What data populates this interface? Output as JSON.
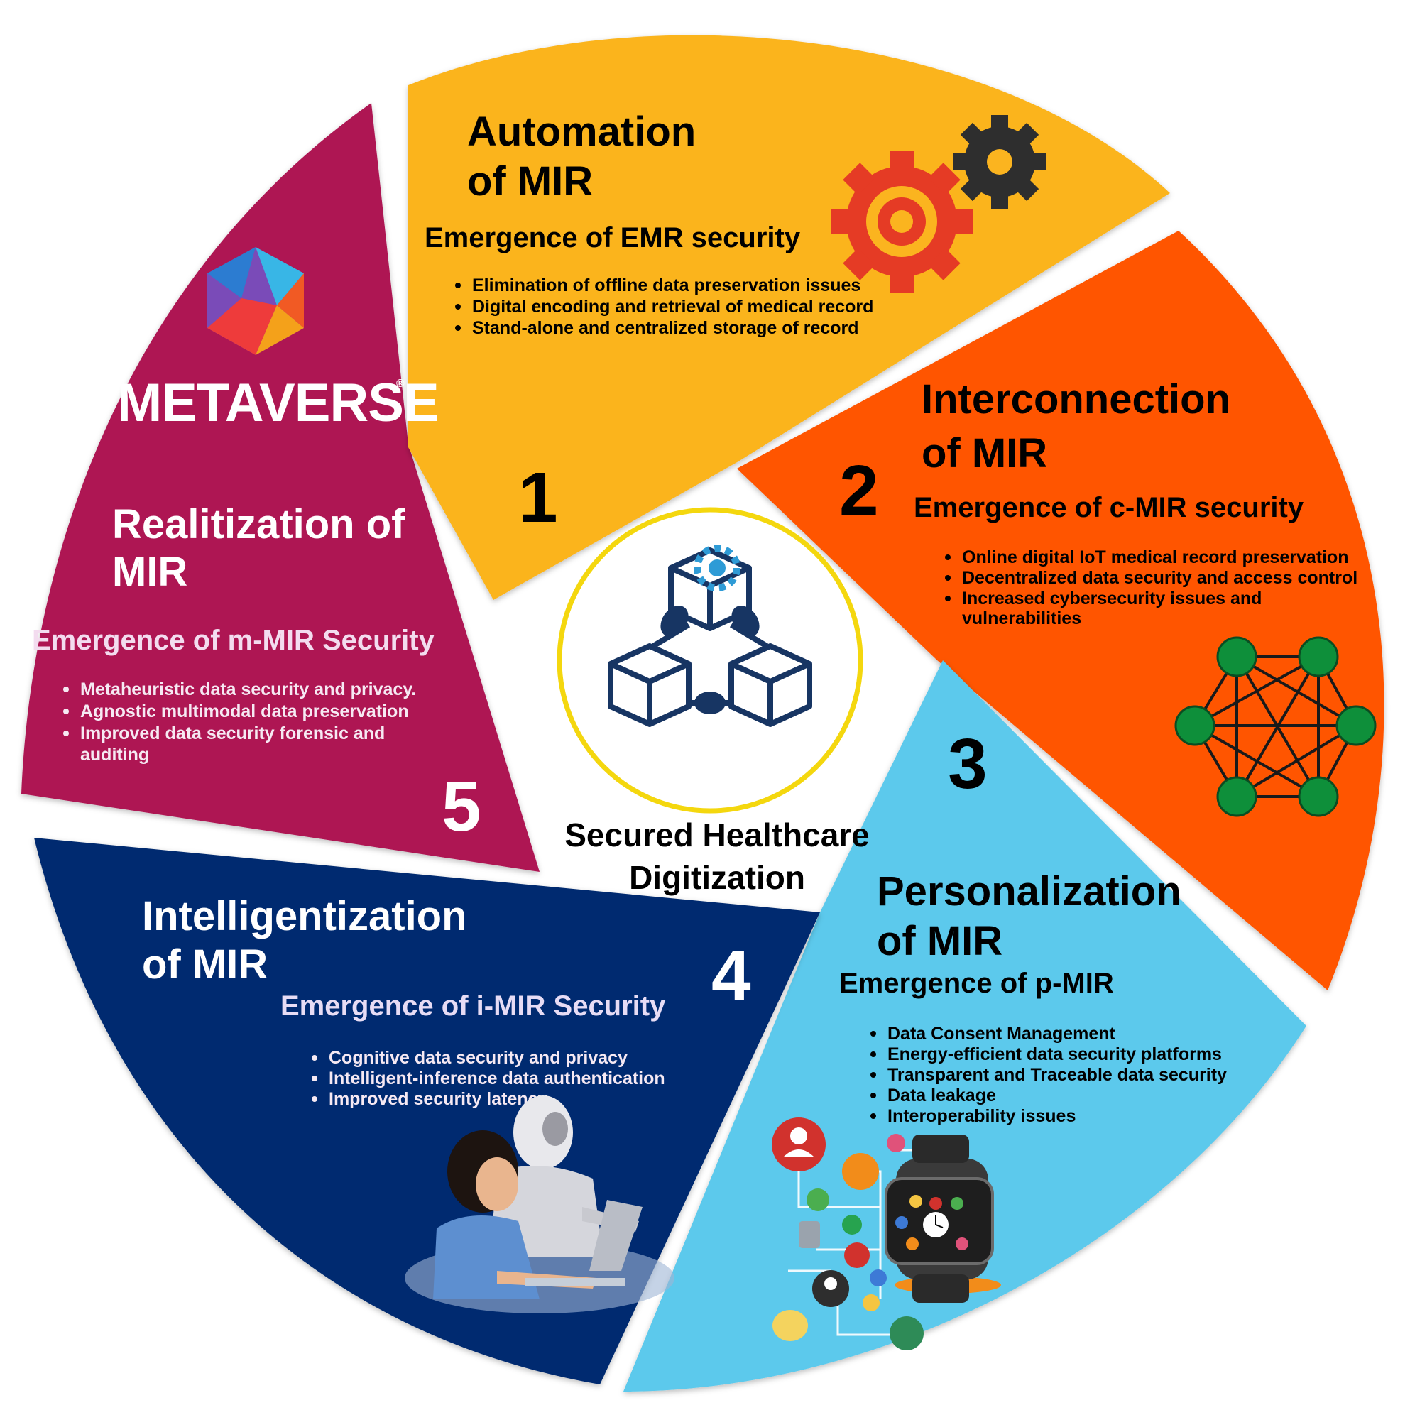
{
  "center": {
    "label_line1": "Secured Healthcare",
    "label_line2": "Digitization"
  },
  "segments": [
    {
      "number": "1",
      "title_line1": "Automation",
      "title_line2": "of MIR",
      "subtitle": "Emergence of EMR security",
      "bullets": [
        "Elimination of offline data preservation issues",
        "Digital encoding and retrieval of medical record",
        "Stand-alone and centralized storage of record"
      ],
      "color": "#FBB41F",
      "icon": "gears-icon"
    },
    {
      "number": "2",
      "title_line1": "Interconnection",
      "title_line2": "of MIR",
      "subtitle": "Emergence of c-MIR security",
      "bullets": [
        "Online digital IoT medical record preservation",
        "Decentralized data security and access control",
        "Increased cybersecurity issues and",
        "vulnerabilities"
      ],
      "color": "#FF5400",
      "icon": "mesh-network-icon"
    },
    {
      "number": "3",
      "title_line1": "Personalization",
      "title_line2": "of MIR",
      "subtitle": "Emergence of p-MIR",
      "bullets": [
        "Data Consent Management",
        "Energy-efficient data security platforms",
        "Transparent and Traceable data security",
        "Data leakage",
        "Interoperability issues"
      ],
      "color": "#5BC9EC",
      "icon": "smartwatch-icon"
    },
    {
      "number": "4",
      "title_line1": "Intelligentization",
      "title_line2": "of MIR",
      "subtitle": "Emergence of i-MIR Security",
      "bullets": [
        "Cognitive data security and privacy",
        "Intelligent-inference data authentication",
        "Improved security latency"
      ],
      "color": "#042B6F",
      "icon": "robot-child-icon"
    },
    {
      "number": "5",
      "title_line1": "Realitization of",
      "title_line2": "MIR",
      "subtitle": "Emergence of m-MIR Security",
      "bullets": [
        "Metaheuristic data security and privacy.",
        "Agnostic multimodal data preservation",
        "Improved data security forensic and",
        "auditing"
      ],
      "color": "#AE1453",
      "icon": "metaverse-logo",
      "logo_text": "METAVERSE",
      "logo_mark": "®"
    }
  ]
}
